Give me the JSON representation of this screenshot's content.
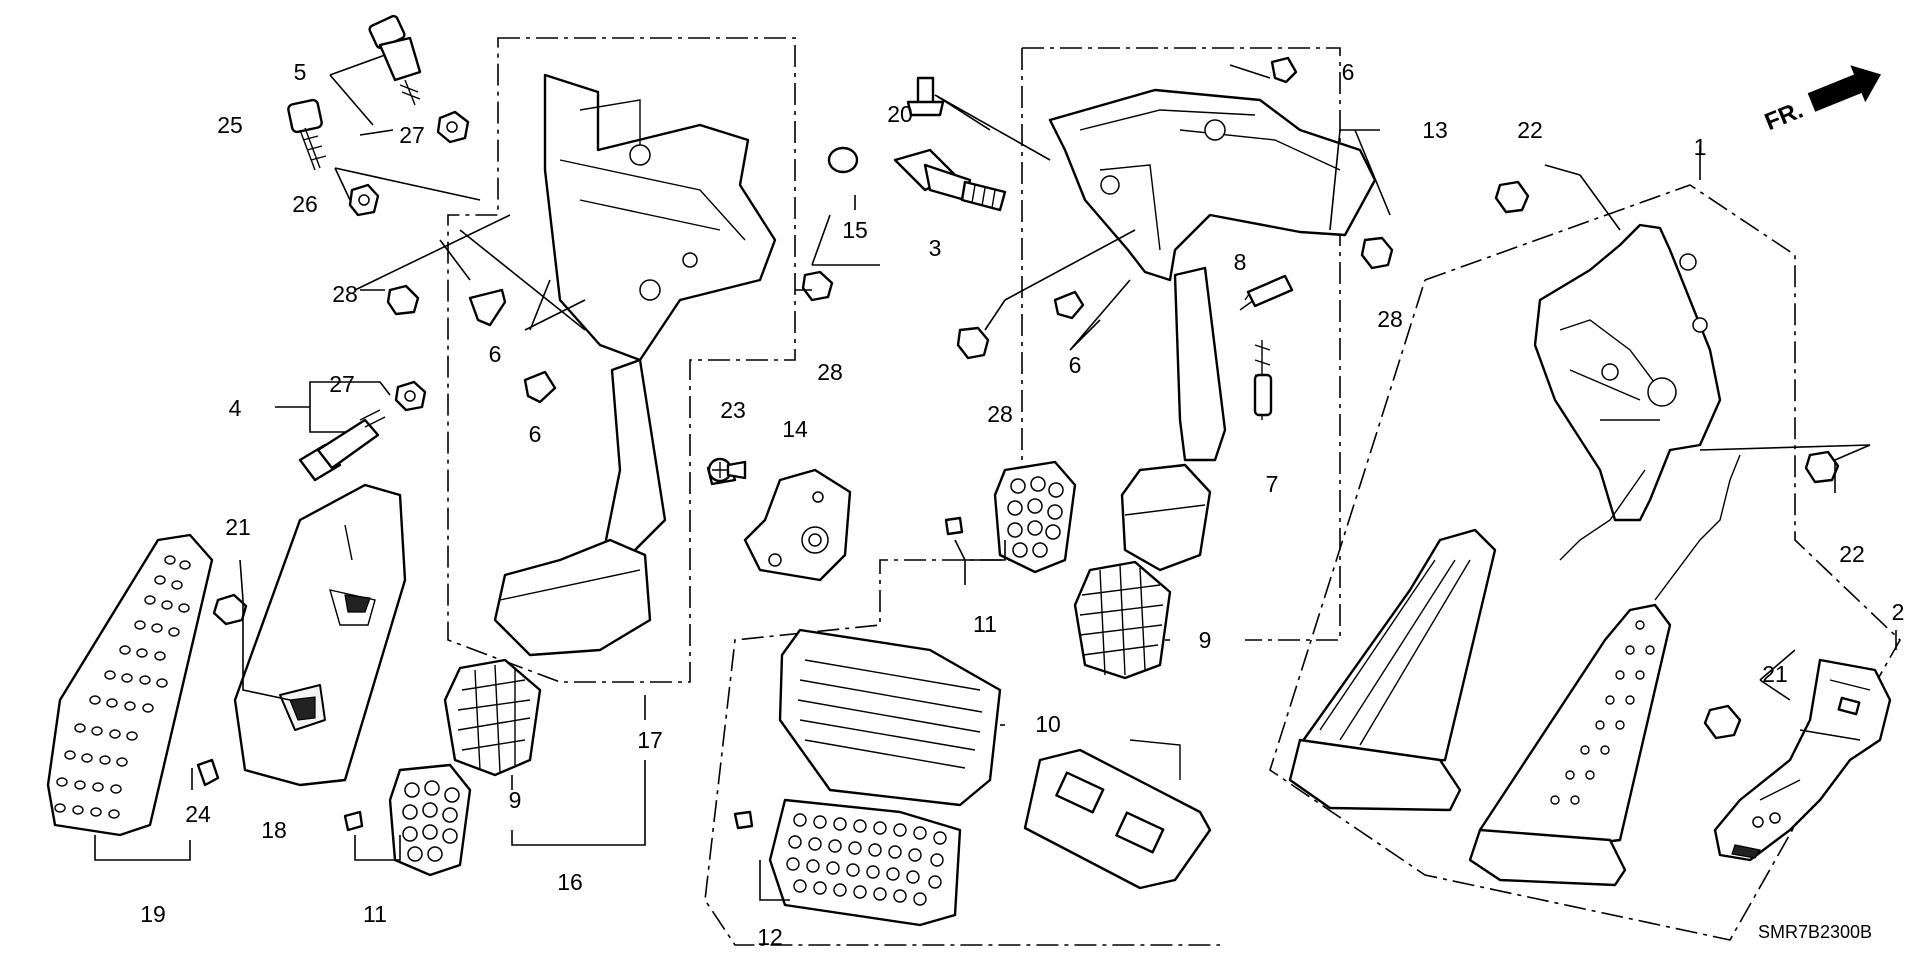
{
  "diagram": {
    "code": "SMR7B2300B",
    "direction": "FR.",
    "callouts": [
      {
        "id": "c5",
        "n": "5"
      },
      {
        "id": "c25",
        "n": "25"
      },
      {
        "id": "c27a",
        "n": "27"
      },
      {
        "id": "c26",
        "n": "26"
      },
      {
        "id": "c28a",
        "n": "28"
      },
      {
        "id": "c4",
        "n": "4"
      },
      {
        "id": "c27b",
        "n": "27"
      },
      {
        "id": "c6a",
        "n": "6"
      },
      {
        "id": "c6b",
        "n": "6"
      },
      {
        "id": "c21a",
        "n": "21"
      },
      {
        "id": "c24",
        "n": "24"
      },
      {
        "id": "c18",
        "n": "18"
      },
      {
        "id": "c19",
        "n": "19"
      },
      {
        "id": "c11a",
        "n": "11"
      },
      {
        "id": "c9a",
        "n": "9"
      },
      {
        "id": "c16",
        "n": "16"
      },
      {
        "id": "c17",
        "n": "17"
      },
      {
        "id": "c28b",
        "n": "28"
      },
      {
        "id": "c20",
        "n": "20"
      },
      {
        "id": "c15",
        "n": "15"
      },
      {
        "id": "c3",
        "n": "3"
      },
      {
        "id": "c23",
        "n": "23"
      },
      {
        "id": "c14",
        "n": "14"
      },
      {
        "id": "c6c",
        "n": "6"
      },
      {
        "id": "c13",
        "n": "13"
      },
      {
        "id": "c8",
        "n": "8"
      },
      {
        "id": "c28c",
        "n": "28"
      },
      {
        "id": "c28d",
        "n": "28"
      },
      {
        "id": "c6d",
        "n": "6"
      },
      {
        "id": "c7",
        "n": "7"
      },
      {
        "id": "c11b",
        "n": "11"
      },
      {
        "id": "c9b",
        "n": "9"
      },
      {
        "id": "c10",
        "n": "10"
      },
      {
        "id": "c12",
        "n": "12"
      },
      {
        "id": "c22a",
        "n": "22"
      },
      {
        "id": "c1",
        "n": "1"
      },
      {
        "id": "c22b",
        "n": "22"
      },
      {
        "id": "c2",
        "n": "2"
      },
      {
        "id": "c21b",
        "n": "21"
      }
    ]
  }
}
